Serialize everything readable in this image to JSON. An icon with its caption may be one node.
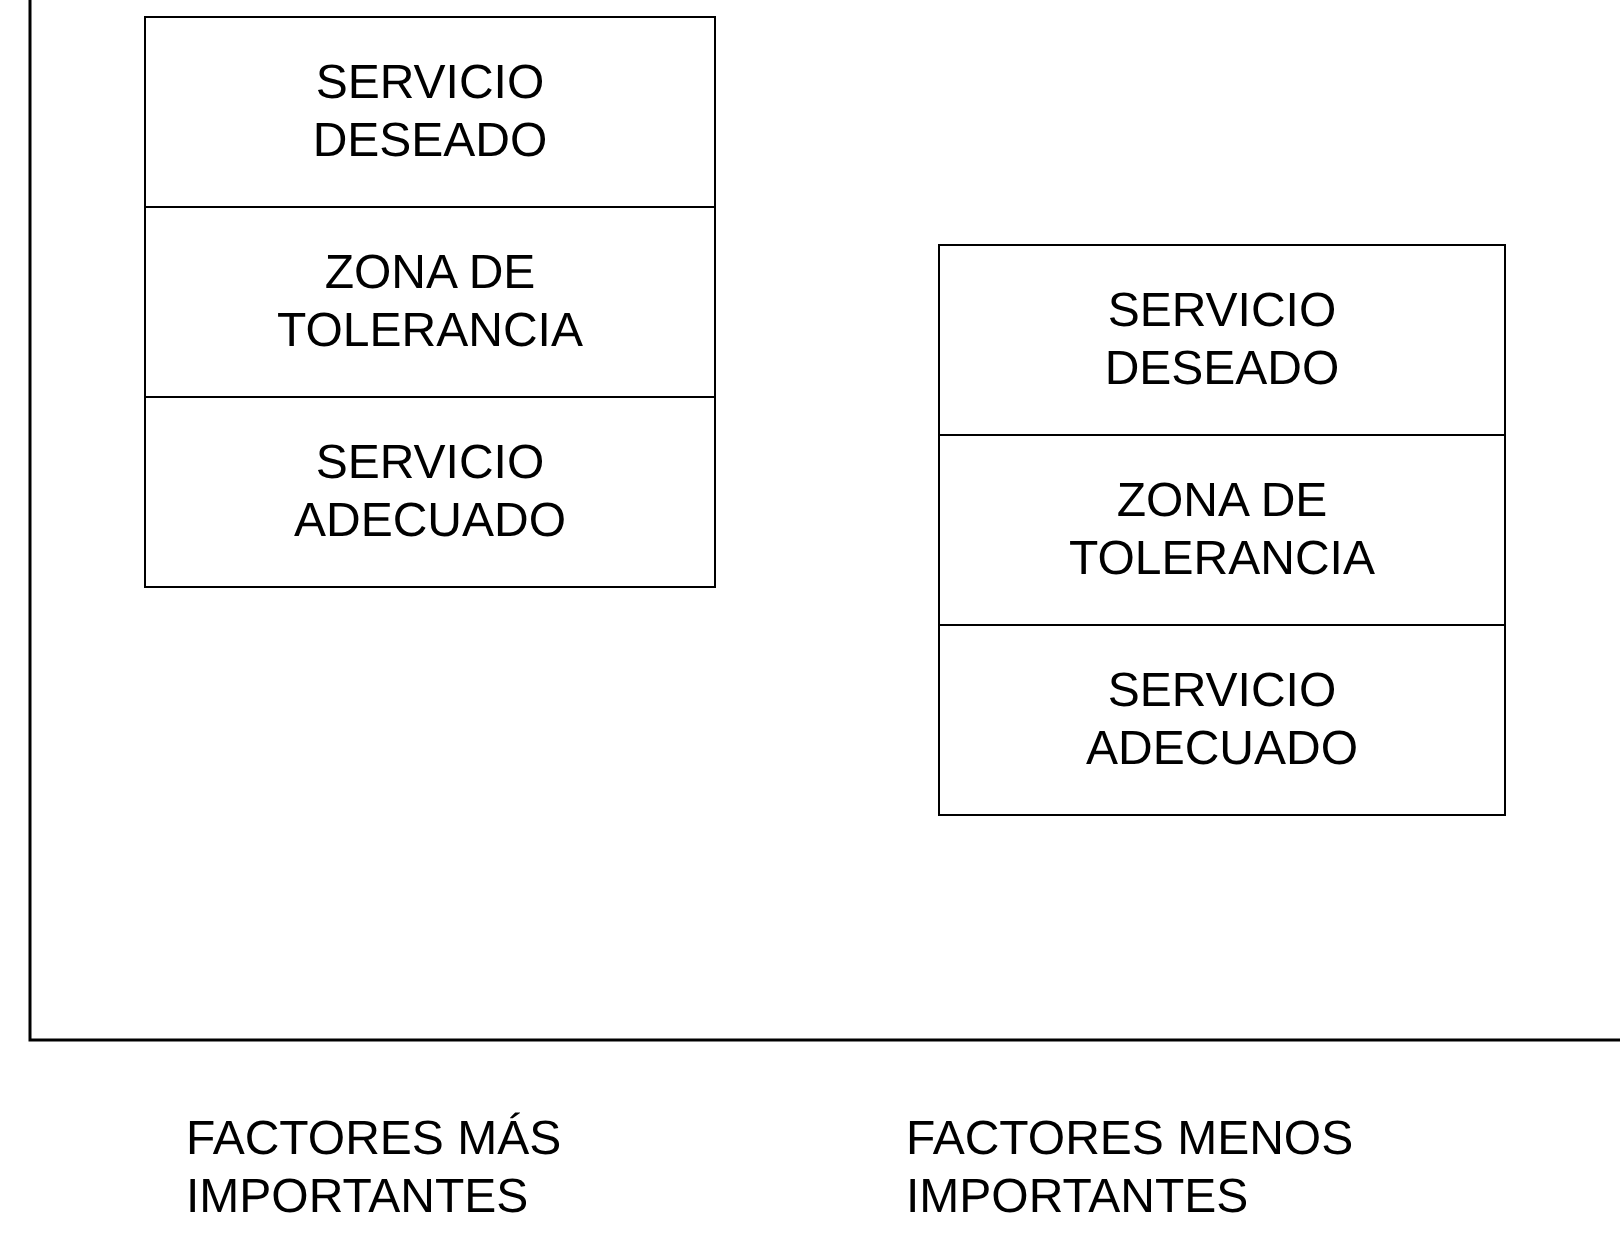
{
  "diagram": {
    "nodes": [
      {
        "text": [
          "SERVICIO DESEADO"
        ]
      },
      {
        "text": [
          "ZONA DE TOLERANCIA"
        ]
      },
      {
        "text": [
          "SERVICIO ADECUADO"
        ]
      },
      {
        "text": [
          "SERVICIO DESEADO"
        ]
      },
      {
        "text": [
          "ZONA DE TOLERANCIA"
        ]
      },
      {
        "text": [
          "SERVICIO ADECUADO"
        ]
      }
    ],
    "labels": [
      "FACTORES MÁS IMPORTANTES",
      "FACTORES MENOS IMPORTANTES"
    ]
  }
}
